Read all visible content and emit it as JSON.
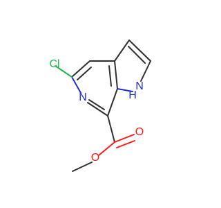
{
  "atoms": {
    "chlorine": "Cl",
    "pyridine_nitrogen": "N",
    "pyrrole_nitrogen": "N",
    "pyrrole_hydrogen": "H",
    "carbonyl_oxygen": "O",
    "ester_oxygen": "O"
  },
  "colors": {
    "bond": "#2f2f2f",
    "nitrogen": "#1f2ecf",
    "oxygen": "#ff1a1a",
    "chlorine": "#20b84b"
  }
}
